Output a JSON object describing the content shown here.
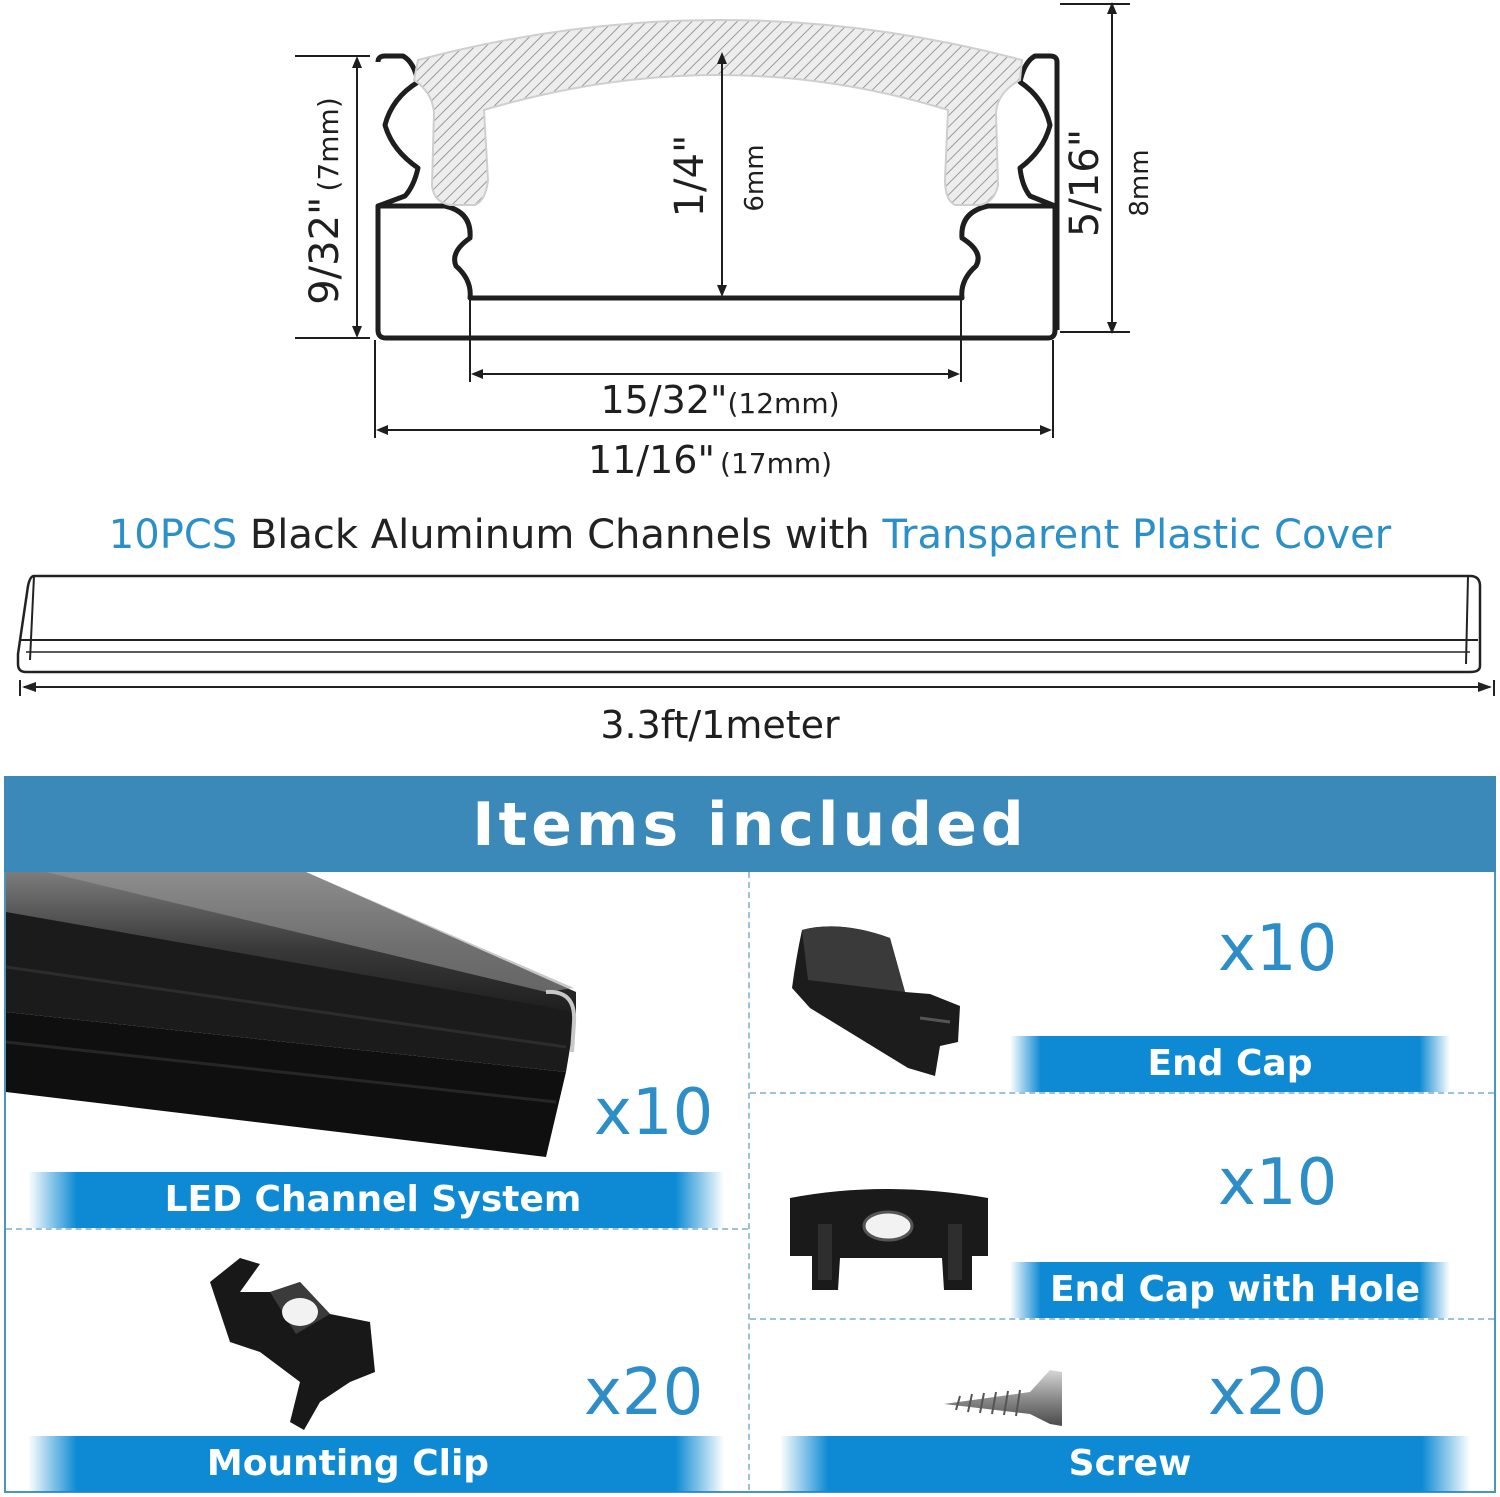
{
  "profile_diagram": {
    "height_left": "9/32\"",
    "height_left_mm": "(7mm)",
    "inner_height": "1/4\"",
    "inner_height_mm": "6mm",
    "height_right": "5/16\"",
    "height_right_mm": "8mm",
    "inner_width": "15/32\"",
    "inner_width_mm": "(12mm)",
    "outer_width": "11/16\"",
    "outer_width_mm": "(17mm)"
  },
  "headline": {
    "part1": "10PCS",
    "part2": " Black Aluminum Channels with ",
    "part3": "Transparent Plastic Cover"
  },
  "length_label": "3.3ft/1meter",
  "items_section": {
    "title": "Items included",
    "items": [
      {
        "name": "LED Channel System",
        "qty": "x10",
        "icon": "led-channel-image"
      },
      {
        "name": "End Cap",
        "qty": "x10",
        "icon": "end-cap-image"
      },
      {
        "name": "End Cap with Hole",
        "qty": "x10",
        "icon": "end-cap-with-hole-image"
      },
      {
        "name": "Mounting Clip",
        "qty": "x20",
        "icon": "mounting-clip-image"
      },
      {
        "name": "Screw",
        "qty": "x20",
        "icon": "screw-image"
      }
    ]
  },
  "colors": {
    "accent_blue": "#2b8fc8",
    "header_blue": "#3a89b8",
    "label_blue": "#0d8ad3"
  }
}
